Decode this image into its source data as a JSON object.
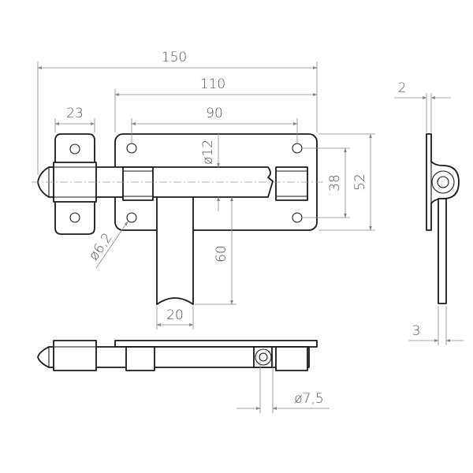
{
  "drawing": {
    "title": "",
    "dimensions": {
      "overall_length": "150",
      "plate_length": "110",
      "hole_spacing_horizontal": "90",
      "keeper_width": "23",
      "bolt_diameter": "ø12",
      "hole_spacing_vertical": "38",
      "plate_height": "52",
      "hole_diameter": "ø6,2",
      "handle_length": "60",
      "handle_width": "20",
      "side_thickness_top": "2",
      "side_thickness_bottom": "3",
      "bottom_view_diameter": "ø7,5"
    },
    "colors": {
      "line": "#1a1a1a",
      "dimension": "#888888",
      "text": "#555555",
      "background": "#ffffff"
    }
  }
}
